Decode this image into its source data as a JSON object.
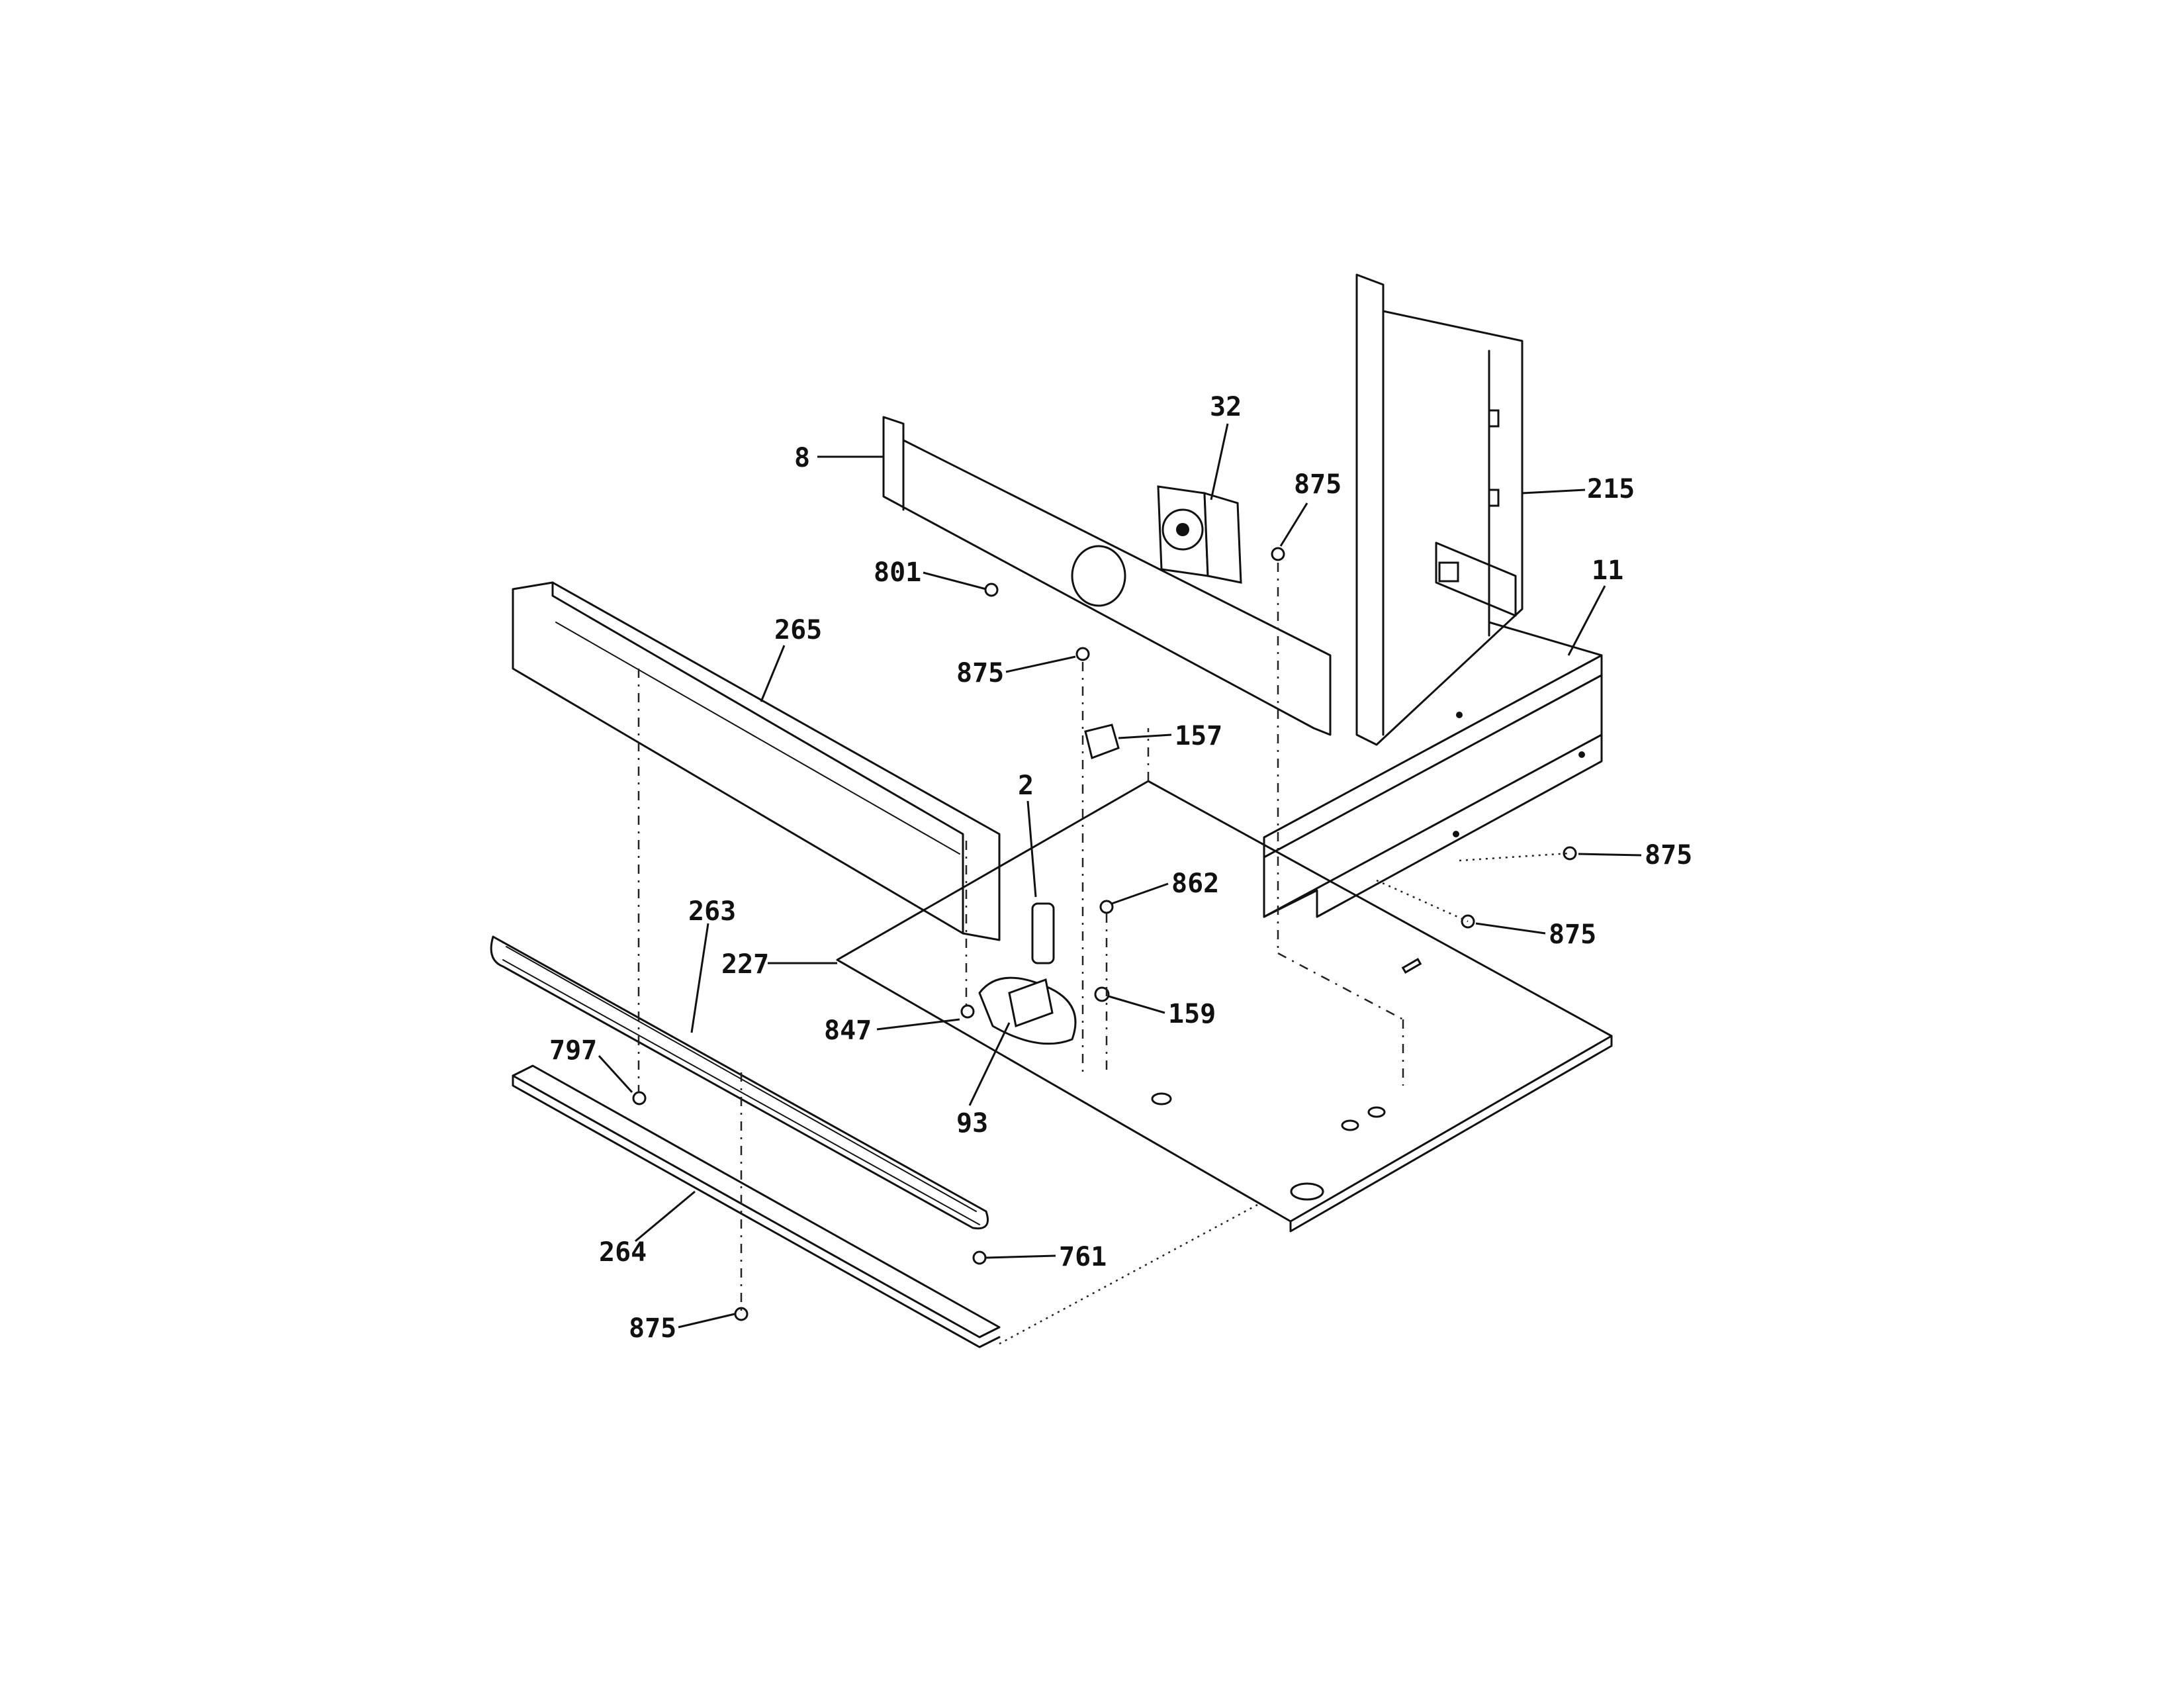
{
  "callouts": {
    "c8": "8",
    "c32": "32",
    "c875a": "875",
    "c215": "215",
    "c11": "11",
    "c801": "801",
    "c265": "265",
    "c875b": "875",
    "c157": "157",
    "c2": "2",
    "c875c": "875",
    "c862": "862",
    "c875d": "875",
    "c263": "263",
    "c227": "227",
    "c159": "159",
    "c847": "847",
    "c797": "797",
    "c93": "93",
    "c264": "264",
    "c761": "761",
    "c875e": "875"
  }
}
